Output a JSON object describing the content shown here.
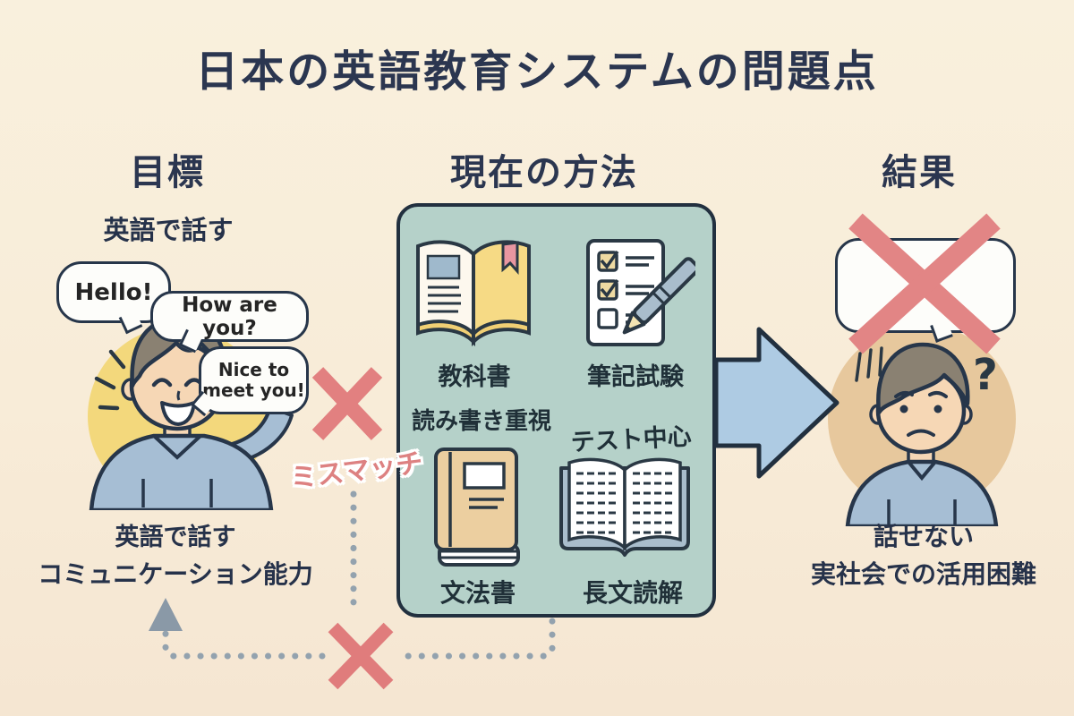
{
  "title": "日本の英語教育システムの問題点",
  "goal": {
    "header": "目標",
    "subtitle": "英語で話す",
    "speech_bubbles": {
      "hello": "Hello!",
      "how_are_you": "How are you?",
      "nice_to_meet_line1": "Nice to",
      "nice_to_meet_line2": "meet you!"
    },
    "caption_line1": "英語で話す",
    "caption_line2": "コミュニケーション能力"
  },
  "method": {
    "header": "現在の方法",
    "textbook_label": "教科書",
    "reading_writing_note": "読み書き重視",
    "written_exam_label": "筆記試験",
    "test_centered_note": "テスト中心",
    "grammar_book_label": "文法書",
    "reading_comprehension_label": "長文読解"
  },
  "result": {
    "header": "結果",
    "caption_line1": "話せない",
    "caption_line2": "実社会での活用困難"
  },
  "mismatch_label": "ミスマッチ",
  "icons": {
    "question_mark": "?",
    "cross": "✕"
  },
  "colors": {
    "background": "#f8eedb",
    "method_box": "#b5d1c9",
    "outline": "#27364a",
    "cross_red": "#e28080",
    "mismatch_pink": "#dd8181",
    "arrow_blue": "#aecbe3",
    "dotted_gray": "#93a2ae",
    "goal_circle_yellow": "#f3d87c",
    "result_circle_tan": "#e7c89d"
  }
}
